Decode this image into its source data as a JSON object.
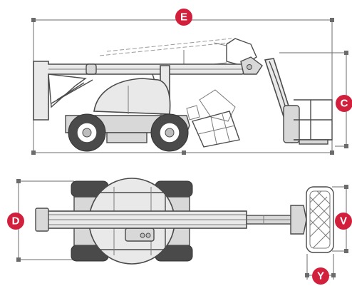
{
  "colors": {
    "badge": "#d21f3c",
    "line": "#4a4a4a",
    "fill": "#e9e9e9"
  },
  "labels": {
    "E": "E",
    "C": "C",
    "D": "D",
    "V": "V",
    "Y": "Y"
  }
}
